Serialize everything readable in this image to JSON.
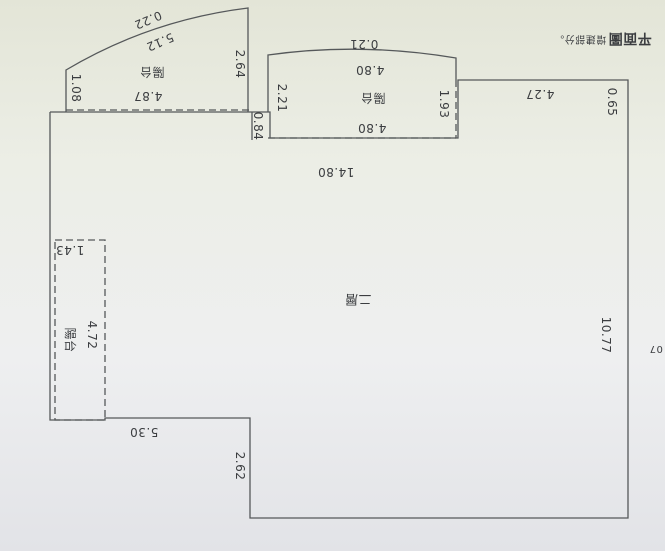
{
  "header": {
    "title": "平面圖",
    "note": "增建部分。"
  },
  "rooms": {
    "main": "二層",
    "left_balcony": "陽台",
    "top_left_addition": "陽台",
    "top_middle_addition": "陽台"
  },
  "dimensions": {
    "top_total": "14.80",
    "right_side": "10.77",
    "top_right_segment": "4.27",
    "right_top_small": "0.65",
    "bottom_step": "5.30",
    "bottom_vertical": "2.62",
    "left_balcony_length": "4.72",
    "left_balcony_width": "1.43",
    "top_left_width": "4.87",
    "top_left_arc": "5.12",
    "top_left_arc_small": "0.22",
    "top_left_left_side": "1.08",
    "top_left_right_side": "2.64",
    "gap_height": "0.84",
    "top_middle_left_side": "2.21",
    "top_middle_width_top": "4.80",
    "top_middle_arc_small": "0.21",
    "top_middle_width_bottom": "4.80",
    "top_middle_right_side": "1.93"
  },
  "margin_note": "07"
}
